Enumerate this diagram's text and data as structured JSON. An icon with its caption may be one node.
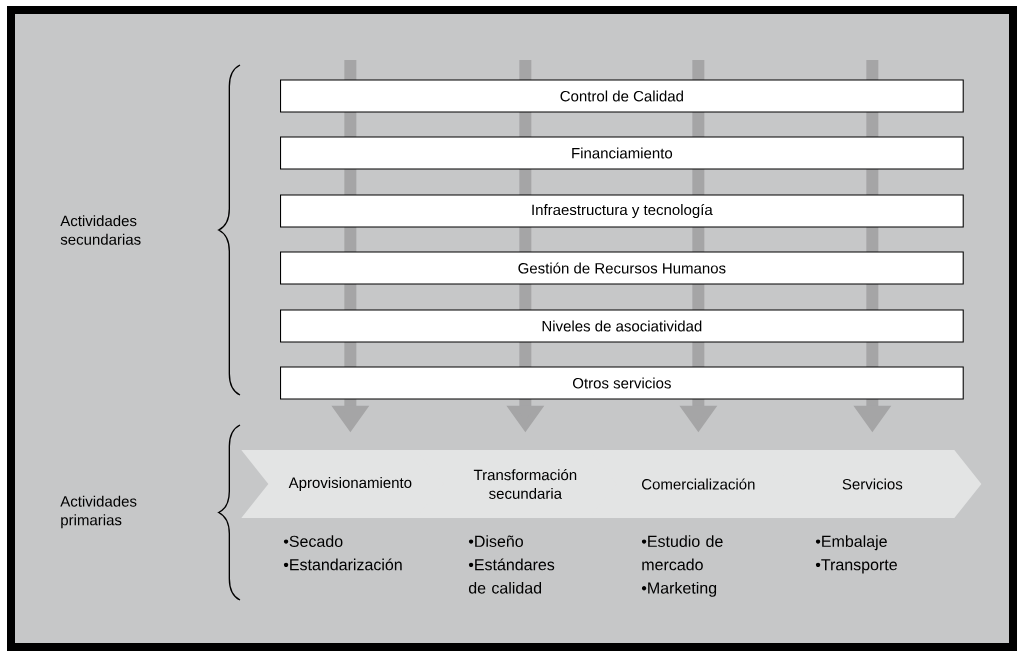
{
  "diagram": {
    "nodes": [
      {
        "text": [
          "Control de Calidad"
        ]
      },
      {
        "text": [
          "Financiamiento"
        ]
      },
      {
        "text": [
          "Infraestructura y tecnología"
        ]
      },
      {
        "text": [
          "Gestión de Recursos Humanos"
        ]
      },
      {
        "text": [
          "Niveles de asociatividad"
        ]
      },
      {
        "text": [
          "Otros servicios"
        ]
      },
      {
        "text": [
          "Aprovisionamiento"
        ],
        "beside": [
          "•Secado",
          "•Estandarización"
        ]
      },
      {
        "text": [
          "Transformación secundaria"
        ],
        "beside": [
          "•Diseño",
          "•Estándares de calidad"
        ]
      },
      {
        "text": [
          "Comercialización"
        ],
        "beside": [
          "•Estudio de mercado",
          "•Marketing"
        ]
      },
      {
        "text": [
          "Servicios"
        ],
        "beside": [
          "•Embalaje",
          "•Transporte"
        ]
      }
    ],
    "edges": [
      {
        "from": null,
        "to": 6,
        "arrow": "to"
      },
      {
        "from": null,
        "to": 7,
        "arrow": "to"
      },
      {
        "from": null,
        "to": 8,
        "arrow": "to"
      },
      {
        "from": null,
        "to": 9,
        "arrow": "to"
      }
    ],
    "labels": [
      "Actividades secundarias",
      "Actividades primarias"
    ]
  }
}
